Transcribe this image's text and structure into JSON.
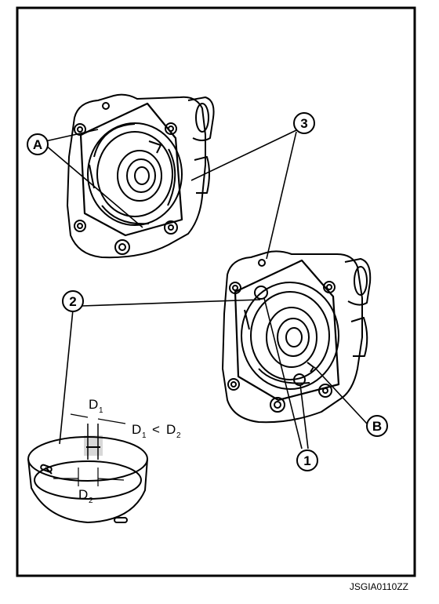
{
  "callouts": {
    "A": "A",
    "B": "B",
    "one": "1",
    "two": "2",
    "three": "3"
  },
  "dimension": {
    "d1_main": "D",
    "d1_sub": "1",
    "comparison_d1_main": "D",
    "comparison_d1_sub": "1",
    "comparison_op": "<",
    "comparison_d2_main": "D",
    "comparison_d2_sub": "2",
    "d2_main": "D",
    "d2_sub": "2"
  },
  "figure_code": "JSGIA0110ZZ",
  "colors": {
    "ink": "#000000",
    "paper": "#ffffff"
  }
}
